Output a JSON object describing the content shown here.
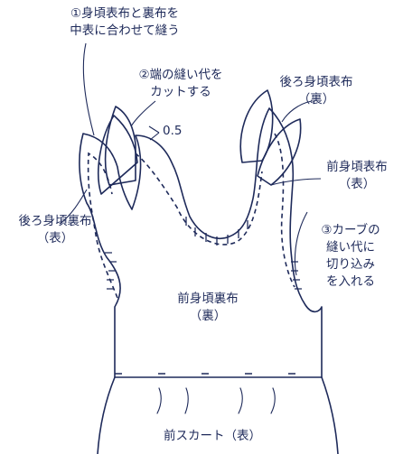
{
  "colors": {
    "ink": "#1e2a5a",
    "background": "#ffffff"
  },
  "annotations": {
    "step1": {
      "line1": "①身頃表布と裏布を",
      "line2": "中表に合わせて縫う"
    },
    "step2": {
      "line1": "②端の縫い代を",
      "line2": "カットする"
    },
    "measure": "0.5",
    "back_outer": {
      "line1": "後ろ身頃表布",
      "line2": "（裏）"
    },
    "front_outer": {
      "line1": "前身頃表布",
      "line2": "（表）"
    },
    "back_lining": {
      "line1": "後ろ身頃裏布",
      "line2": "（表）"
    },
    "step3": {
      "line1": "③カーブの",
      "line2": "縫い代に",
      "line3": "切り込み",
      "line4": "を入れる"
    },
    "front_lining": {
      "line1": "前身頃裏布",
      "line2": "（裏）"
    },
    "skirt": "前スカート（表）"
  }
}
